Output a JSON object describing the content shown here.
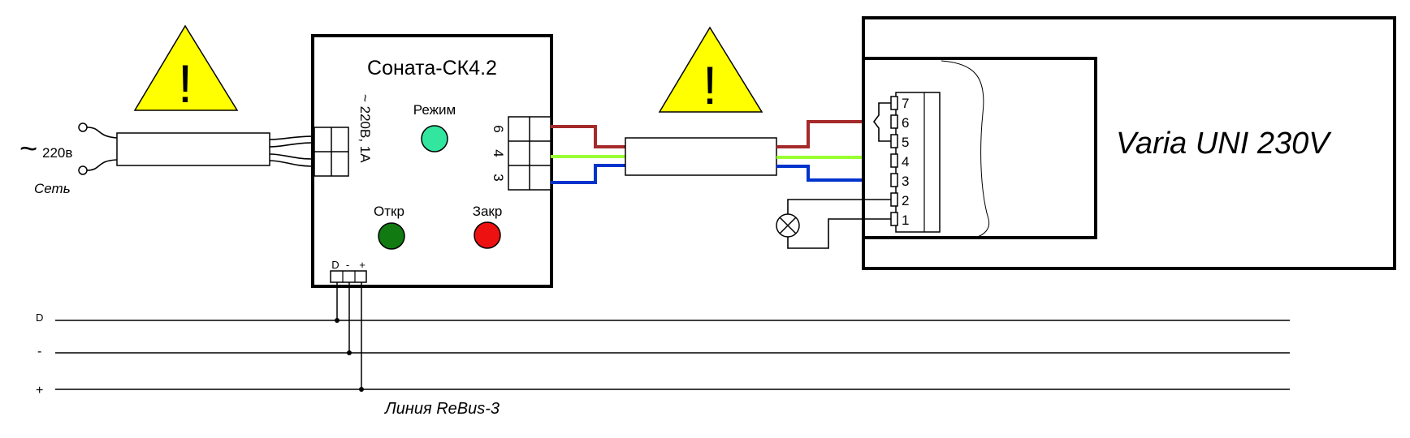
{
  "mains": {
    "symbol": "~",
    "voltage": "220в",
    "label": "Сеть"
  },
  "controller": {
    "title": "Соната-СК4.2",
    "power_rating": "~ 220В, 1А",
    "led_mode_label": "Режим",
    "led_open_label": "Откр",
    "led_close_label": "Закр",
    "terminal_labels": [
      "6",
      "4",
      "3"
    ],
    "bus_terminal_labels": [
      "D",
      "-",
      "+"
    ]
  },
  "warnings": {
    "symbol": "!"
  },
  "drive": {
    "title": "Varia UNI 230V",
    "terminal_labels": [
      "7",
      "6",
      "5",
      "4",
      "3",
      "2",
      "1"
    ]
  },
  "bus": {
    "line_labels": [
      "D",
      "-",
      "+"
    ],
    "name": "Линия ReBus-3"
  },
  "colors": {
    "warning_fill": "#ffff00",
    "wire_brown": "#a52a2a",
    "wire_green": "#99ff33",
    "wire_blue": "#0033cc",
    "led_mode": "#33e6a0",
    "led_open": "#117a11",
    "led_close": "#ee1111"
  }
}
